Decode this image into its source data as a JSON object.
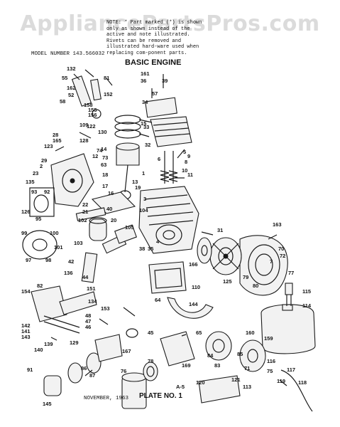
{
  "watermark": "AppliancePartsPros.com",
  "header": {
    "note": "NOTE: * Part marked (*) is shown only as shown instead of the active and note illustrated. Rivets can be removed and illustrated hard-ware used when replacing com-ponent parts.",
    "model": "MODEL NUMBER 143.566032",
    "title": "BASIC ENGINE"
  },
  "footer": {
    "date": "NOVEMBER, 1963",
    "plate": "PLATE NO. 1"
  },
  "callouts": [
    {
      "id": "c1",
      "label": "132"
    },
    {
      "id": "c2",
      "label": "55"
    },
    {
      "id": "c3",
      "label": "81"
    },
    {
      "id": "c4",
      "label": "162"
    },
    {
      "id": "c5",
      "label": "52"
    },
    {
      "id": "c6",
      "label": "152"
    },
    {
      "id": "c7",
      "label": "58"
    },
    {
      "id": "c8",
      "label": "158"
    },
    {
      "id": "c9",
      "label": "155"
    },
    {
      "id": "c10",
      "label": "156"
    },
    {
      "id": "c11",
      "label": "161"
    },
    {
      "id": "c12",
      "label": "36"
    },
    {
      "id": "c13",
      "label": "39"
    },
    {
      "id": "c14",
      "label": "57"
    },
    {
      "id": "c15",
      "label": "34"
    },
    {
      "id": "c16",
      "label": "33"
    },
    {
      "id": "c17",
      "label": "15"
    },
    {
      "id": "c18",
      "label": "32"
    },
    {
      "id": "c19",
      "label": "5"
    },
    {
      "id": "c20",
      "label": "8"
    },
    {
      "id": "c21",
      "label": "10"
    },
    {
      "id": "c22",
      "label": "109"
    },
    {
      "id": "c23",
      "label": "122"
    },
    {
      "id": "c24",
      "label": "130"
    },
    {
      "id": "c25",
      "label": "14"
    },
    {
      "id": "c26",
      "label": "12"
    },
    {
      "id": "c27",
      "label": "28"
    },
    {
      "id": "c28",
      "label": "165"
    },
    {
      "id": "c29",
      "label": "123"
    },
    {
      "id": "c30",
      "label": "128"
    },
    {
      "id": "c31",
      "label": "73"
    },
    {
      "id": "c32",
      "label": "63"
    },
    {
      "id": "c33",
      "label": "29"
    },
    {
      "id": "c34",
      "label": "2"
    },
    {
      "id": "c35",
      "label": "74"
    },
    {
      "id": "c36",
      "label": "23"
    },
    {
      "id": "c37",
      "label": "135"
    },
    {
      "id": "c38",
      "label": "93"
    },
    {
      "id": "c39",
      "label": "92"
    },
    {
      "id": "c40",
      "label": "126"
    },
    {
      "id": "c41",
      "label": "95"
    },
    {
      "id": "c42",
      "label": "18"
    },
    {
      "id": "c43",
      "label": "17"
    },
    {
      "id": "c44",
      "label": "1"
    },
    {
      "id": "c45",
      "label": "3"
    },
    {
      "id": "c46",
      "label": "22"
    },
    {
      "id": "c47",
      "label": "21"
    },
    {
      "id": "c48",
      "label": "40"
    },
    {
      "id": "c49",
      "label": "104"
    },
    {
      "id": "c50",
      "label": "20"
    },
    {
      "id": "c51",
      "label": "105"
    },
    {
      "id": "c52",
      "label": "102"
    },
    {
      "id": "c53",
      "label": "103"
    },
    {
      "id": "c54",
      "label": "99"
    },
    {
      "id": "c55",
      "label": "100"
    },
    {
      "id": "c56",
      "label": "101"
    },
    {
      "id": "c57",
      "label": "97"
    },
    {
      "id": "c58",
      "label": "98"
    },
    {
      "id": "c59",
      "label": "31"
    },
    {
      "id": "c60",
      "label": "163"
    },
    {
      "id": "c61",
      "label": "70"
    },
    {
      "id": "c62",
      "label": "166"
    },
    {
      "id": "c63",
      "label": "38"
    },
    {
      "id": "c64",
      "label": "44"
    },
    {
      "id": "c65",
      "label": "136"
    },
    {
      "id": "c66",
      "label": "151"
    },
    {
      "id": "c67",
      "label": "154"
    },
    {
      "id": "c68",
      "label": "82"
    },
    {
      "id": "c69",
      "label": "134"
    },
    {
      "id": "c70",
      "label": "153"
    },
    {
      "id": "c71",
      "label": "48"
    },
    {
      "id": "c72",
      "label": "47"
    },
    {
      "id": "c73",
      "label": "46"
    },
    {
      "id": "c74",
      "label": "45"
    },
    {
      "id": "c75",
      "label": "142"
    },
    {
      "id": "c76",
      "label": "141"
    },
    {
      "id": "c77",
      "label": "143"
    },
    {
      "id": "c78",
      "label": "139"
    },
    {
      "id": "c79",
      "label": "140"
    },
    {
      "id": "c80",
      "label": "129"
    },
    {
      "id": "c81",
      "label": "87"
    },
    {
      "id": "c82",
      "label": "167"
    },
    {
      "id": "c83",
      "label": "86"
    },
    {
      "id": "c84",
      "label": "91"
    },
    {
      "id": "c85",
      "label": "145"
    },
    {
      "id": "c86",
      "label": "64"
    },
    {
      "id": "c87",
      "label": "110"
    },
    {
      "id": "c88",
      "label": "65"
    },
    {
      "id": "c89",
      "label": "169"
    },
    {
      "id": "c90",
      "label": "125"
    },
    {
      "id": "c91",
      "label": "115"
    },
    {
      "id": "c92",
      "label": "114"
    },
    {
      "id": "c93",
      "label": "160"
    },
    {
      "id": "c94",
      "label": "159"
    },
    {
      "id": "c95",
      "label": "84"
    },
    {
      "id": "c96",
      "label": "71"
    },
    {
      "id": "c97",
      "label": "75"
    },
    {
      "id": "c98",
      "label": "117"
    },
    {
      "id": "c99",
      "label": "116"
    },
    {
      "id": "c100",
      "label": "118"
    },
    {
      "id": "c101",
      "label": "121"
    },
    {
      "id": "c102",
      "label": "113"
    },
    {
      "id": "c103",
      "label": "120"
    },
    {
      "id": "c104",
      "label": "76"
    },
    {
      "id": "c105",
      "label": "78"
    },
    {
      "id": "c106",
      "label": "119"
    },
    {
      "id": "c107",
      "label": "144"
    },
    {
      "id": "c108",
      "label": "77"
    },
    {
      "id": "c109",
      "label": "9"
    },
    {
      "id": "c110",
      "label": "11"
    },
    {
      "id": "c111",
      "label": "6"
    },
    {
      "id": "c112",
      "label": "13"
    },
    {
      "id": "c113",
      "label": "19"
    },
    {
      "id": "c114",
      "label": "16"
    },
    {
      "id": "c115",
      "label": "A-5"
    },
    {
      "id": "c116",
      "label": "35"
    },
    {
      "id": "c117",
      "label": "7"
    },
    {
      "id": "c118",
      "label": "42"
    },
    {
      "id": "c119",
      "label": "85"
    },
    {
      "id": "c120",
      "label": "83"
    },
    {
      "id": "c121",
      "label": "79"
    },
    {
      "id": "c122",
      "label": "80"
    },
    {
      "id": "c123",
      "label": "72"
    },
    {
      "id": "c124",
      "label": "4"
    }
  ]
}
